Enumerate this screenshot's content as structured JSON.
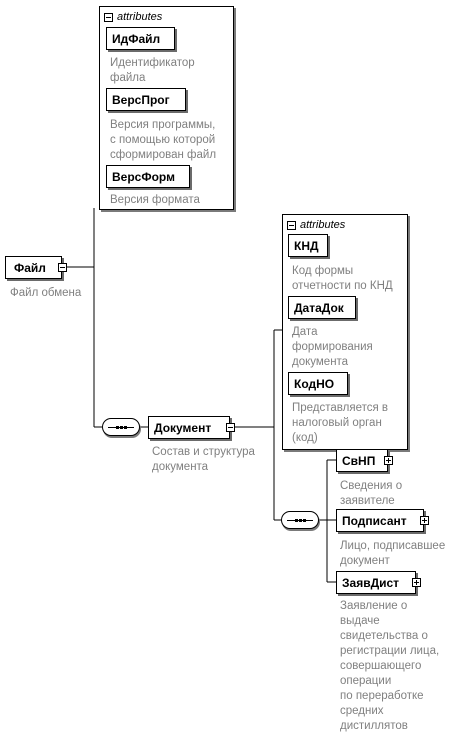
{
  "root": {
    "name": "Файл",
    "description": "Файл обмена",
    "attributes_label": "attributes",
    "attributes": [
      {
        "name": "ИдФайл",
        "description": "Идентификатор\nфайла"
      },
      {
        "name": "ВерсПрог",
        "description": "Версия программы,\nс помощью которой\nсформирован файл"
      },
      {
        "name": "ВерсФорм",
        "description": "Версия формата"
      }
    ]
  },
  "document": {
    "name": "Документ",
    "description": "Состав и структура\nдокумента",
    "attributes_label": "attributes",
    "attributes": [
      {
        "name": "КНД",
        "description": "Код формы\nотчетности по КНД"
      },
      {
        "name": "ДатаДок",
        "description": "Дата\nформирования\nдокумента"
      },
      {
        "name": "КодНО",
        "description": "Представляется в\nналоговый орган\n(код)"
      }
    ],
    "children": [
      {
        "name": "СвНП",
        "description": "Сведения о\nзаявителе"
      },
      {
        "name": "Подписант",
        "description": "Лицо, подписавшее\nдокумент"
      },
      {
        "name": "ЗаявДист",
        "description": "Заявление о\nвыдаче\nсвидетельства о\nрегистрации лица,\nсовершающего\nоперации\nпо переработке\nсредних\nдистиллятов"
      }
    ]
  }
}
